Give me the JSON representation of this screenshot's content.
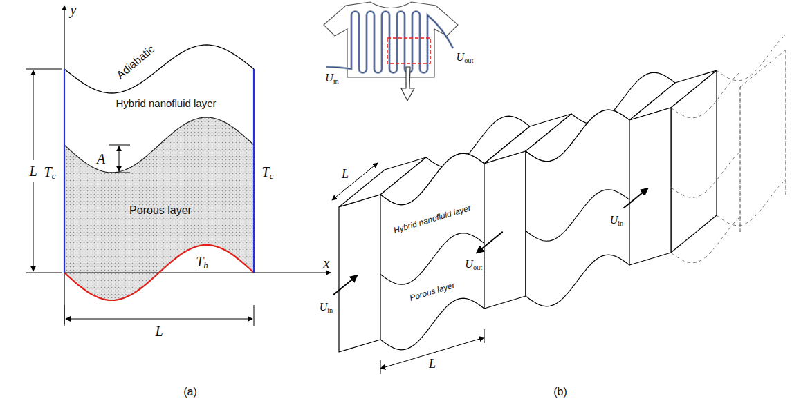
{
  "diagram": {
    "labels": [
      "y",
      "x",
      "L",
      "Adiabatic",
      "Hybrid nanofluid layer",
      "Tc",
      "Tc",
      "A",
      "Porous layer",
      "Th",
      "L",
      "(a)",
      "Uout",
      "Uin",
      "Hybrid nanofluid layer",
      "Porous layer",
      "Uout",
      "Uin",
      "Uin",
      "L",
      "L",
      "(b)"
    ]
  }
}
